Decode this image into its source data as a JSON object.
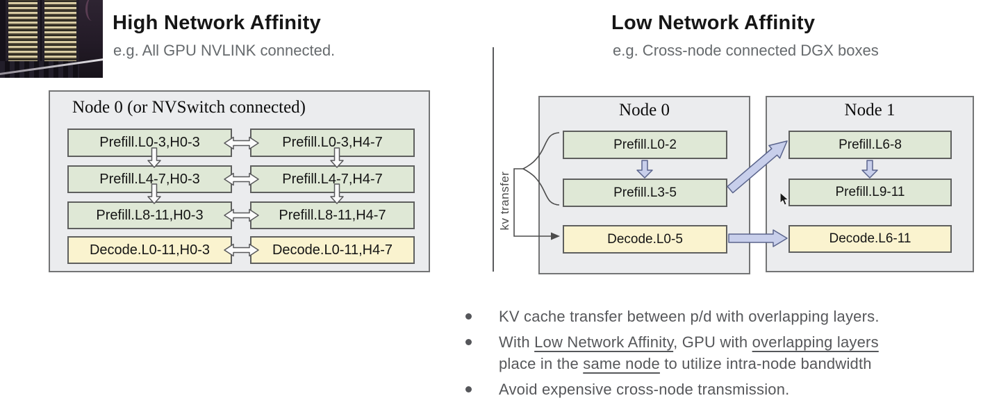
{
  "header_left": {
    "title": "High Network Affinity",
    "subtitle": "e.g. All GPU NVLINK connected."
  },
  "header_right": {
    "title": "Low Network Affinity",
    "subtitle": "e.g. Cross-node connected DGX boxes"
  },
  "left_diagram": {
    "node_title": "Node 0 (or NVSwitch connected)",
    "rows": [
      {
        "left": "Prefill.L0-3,H0-3",
        "right": "Prefill.L0-3,H4-7",
        "type": "prefill"
      },
      {
        "left": "Prefill.L4-7,H0-3",
        "right": "Prefill.L4-7,H4-7",
        "type": "prefill"
      },
      {
        "left": "Prefill.L8-11,H0-3",
        "right": "Prefill.L8-11,H4-7",
        "type": "prefill"
      },
      {
        "left": "Decode.L0-11,H0-3",
        "right": "Decode.L0-11,H4-7",
        "type": "decode"
      }
    ]
  },
  "right_diagram": {
    "kv_transfer_label": "kv transfer",
    "node0": {
      "title": "Node 0",
      "boxes": [
        {
          "label": "Prefill.L0-2",
          "type": "prefill"
        },
        {
          "label": "Prefill.L3-5",
          "type": "prefill"
        },
        {
          "label": "Decode.L0-5",
          "type": "decode"
        }
      ]
    },
    "node1": {
      "title": "Node 1",
      "boxes": [
        {
          "label": "Prefill.L6-8",
          "type": "prefill"
        },
        {
          "label": "Prefill.L9-11",
          "type": "prefill"
        },
        {
          "label": "Decode.L6-11",
          "type": "decode"
        }
      ]
    }
  },
  "bullets": [
    {
      "segments": [
        {
          "text": "KV cache transfer between p/d with overlapping layers."
        }
      ]
    },
    {
      "segments": [
        {
          "text": "With "
        },
        {
          "text": "Low Network Affinity",
          "underline": true
        },
        {
          "text": ", GPU with "
        },
        {
          "text": "overlapping layers",
          "underline": true
        },
        {
          "br": true
        },
        {
          "text": "place in the "
        },
        {
          "text": "same node",
          "underline": true
        },
        {
          "text": " to utilize intra-node bandwidth"
        }
      ]
    },
    {
      "segments": [
        {
          "text": "Avoid expensive cross-node transmission."
        }
      ]
    }
  ],
  "icons": {
    "mouse_cursor": "arrow-pointer",
    "kv_transfer_brace": "curly-brace",
    "flow_arrows": "block-arrow"
  },
  "colors": {
    "prefill_box": "#dfe8d6",
    "decode_box": "#faf3cf",
    "node_fill": "#ebecee",
    "hollow_arrow": "#fbfbfb",
    "lavender_arrow": "#c8cfeb",
    "bullet_text": "#56575a",
    "subtitle_text": "#666a6d"
  }
}
